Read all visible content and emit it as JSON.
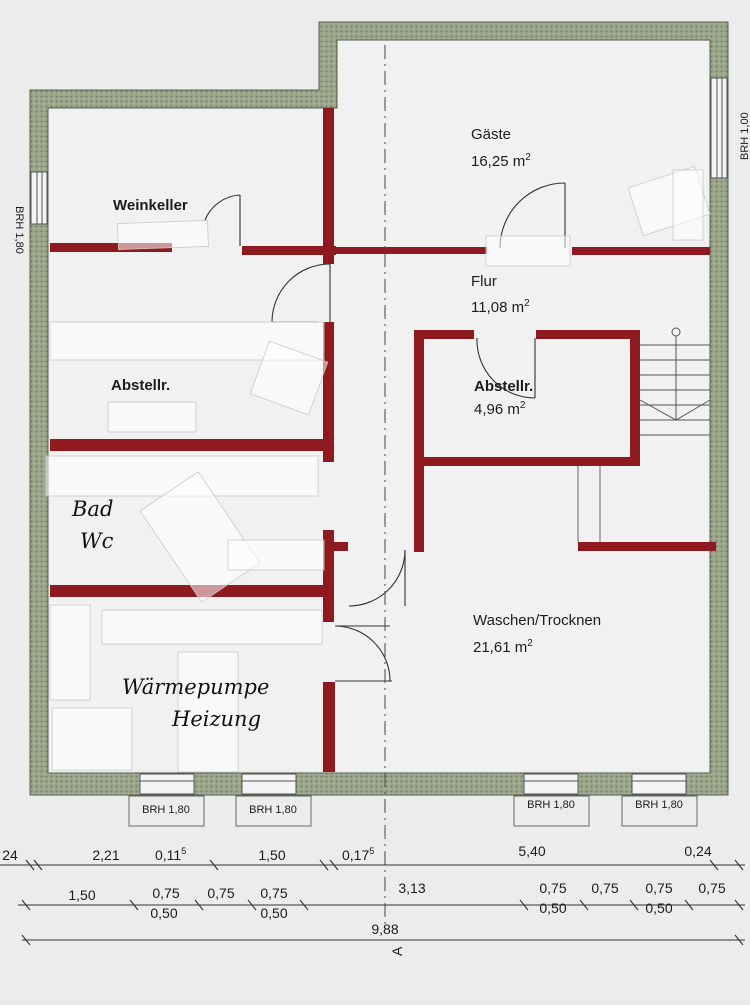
{
  "rooms": [
    {
      "id": "gaeste",
      "name": "Gäste",
      "area": "16,25 m",
      "sup": "2"
    },
    {
      "id": "flur",
      "name": "Flur",
      "area": "11,08 m",
      "sup": "2"
    },
    {
      "id": "abstell-small",
      "name": "Abstellr.",
      "area": "4,96 m",
      "sup": "2"
    },
    {
      "id": "waschen",
      "name": "Waschen/Trocknen",
      "area": "21,61 m",
      "sup": "2"
    },
    {
      "id": "weinkeller",
      "name": "Weinkeller"
    },
    {
      "id": "abstell-left",
      "name": "Abstellr."
    }
  ],
  "handwritten": {
    "bad": "Bad",
    "wc": "Wc",
    "waermepumpe": "Wärmepumpe",
    "heizung": "Heizung"
  },
  "brh": {
    "right": "BRH 1,00",
    "left": "BRH 1,80",
    "bottom": [
      "BRH 1,80",
      "BRH 1,80",
      "BRH 1,80",
      "BRH 1,80"
    ]
  },
  "dims": {
    "row1": [
      "24",
      "2,21",
      "0,11",
      "1,50",
      "0,17",
      "5,40",
      "0,24"
    ],
    "row1_sup": "5",
    "row2": [
      "1,50",
      "0,75",
      "0,75",
      "0,75",
      "3,13",
      "0,75",
      "0,75",
      "0,75",
      "0,75"
    ],
    "row2_sub": [
      "0,50",
      "0,50",
      "0,50",
      "0,50"
    ],
    "total": "9,88",
    "section": "A"
  }
}
